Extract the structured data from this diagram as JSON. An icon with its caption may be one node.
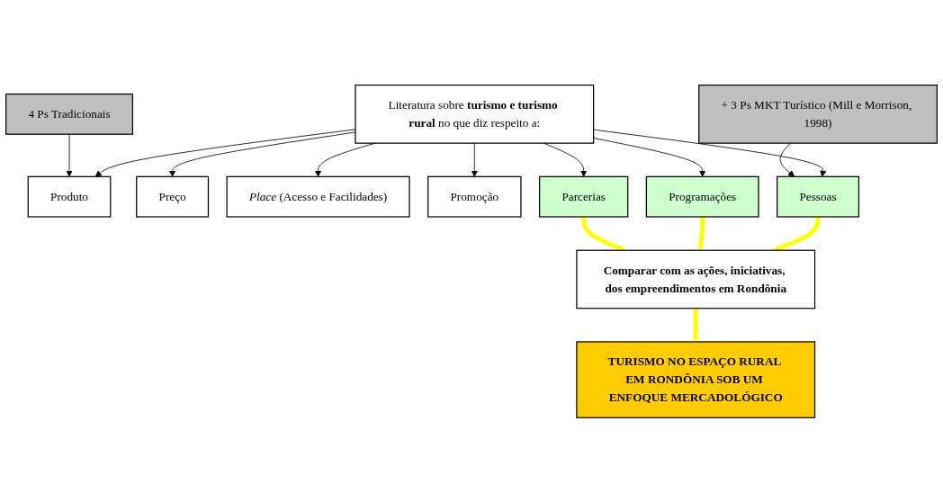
{
  "diagram": {
    "nodes": [
      {
        "text": [
          "Literatura sobre **turismo e turismo rural** no que diz respeito a:"
        ]
      },
      {
        "text": [
          "4 Ps Tradicionais"
        ]
      },
      {
        "text": [
          "Produto"
        ]
      },
      {
        "text": [
          "Preço"
        ]
      },
      {
        "text": [
          "*Place* (Acesso e Facilidades)"
        ]
      },
      {
        "text": [
          "Promoção"
        ]
      },
      {
        "text": [
          "+ 3 Ps MKT Turístico (Mill e Morrison, 1998)"
        ]
      },
      {
        "text": [
          "Pessoas"
        ]
      },
      {
        "text": [
          "Programações"
        ]
      },
      {
        "text": [
          "Parcerias"
        ]
      },
      {
        "text": [
          "Comparar com as ações, iniciativas, dos empreendimentos em Rondônia"
        ]
      },
      {
        "text": [
          "TURISMO NO ESPAÇO RURAL EM RONDÔNIA SOB UM ENFOQUE MERCADOLÓGICO"
        ]
      }
    ],
    "edges": [
      {
        "from": 0,
        "to": 2,
        "arrow": "to"
      },
      {
        "from": 0,
        "to": 7,
        "arrow": "to"
      },
      {
        "from": 0,
        "to": 3,
        "arrow": "to"
      },
      {
        "from": 0,
        "to": 8,
        "arrow": "to"
      },
      {
        "from": 0,
        "to": 4,
        "arrow": "to"
      },
      {
        "from": 0,
        "to": 9,
        "arrow": "to"
      },
      {
        "from": 0,
        "to": 5,
        "arrow": "to"
      },
      {
        "from": 1,
        "to": 2,
        "arrow": "to"
      },
      {
        "from": 6,
        "to": 7,
        "arrow": "to"
      },
      {
        "from": 7,
        "to": 10,
        "arrow": "to",
        "style": "thick",
        "color": "#ffff00"
      },
      {
        "from": 8,
        "to": 10,
        "arrow": "to",
        "style": "thick",
        "color": "#ffff00"
      },
      {
        "from": 9,
        "to": 10,
        "arrow": "to",
        "style": "thick",
        "color": "#ffff00"
      },
      {
        "from": 10,
        "to": 11,
        "arrow": "to",
        "style": "thick",
        "color": "#ffff00"
      }
    ]
  }
}
